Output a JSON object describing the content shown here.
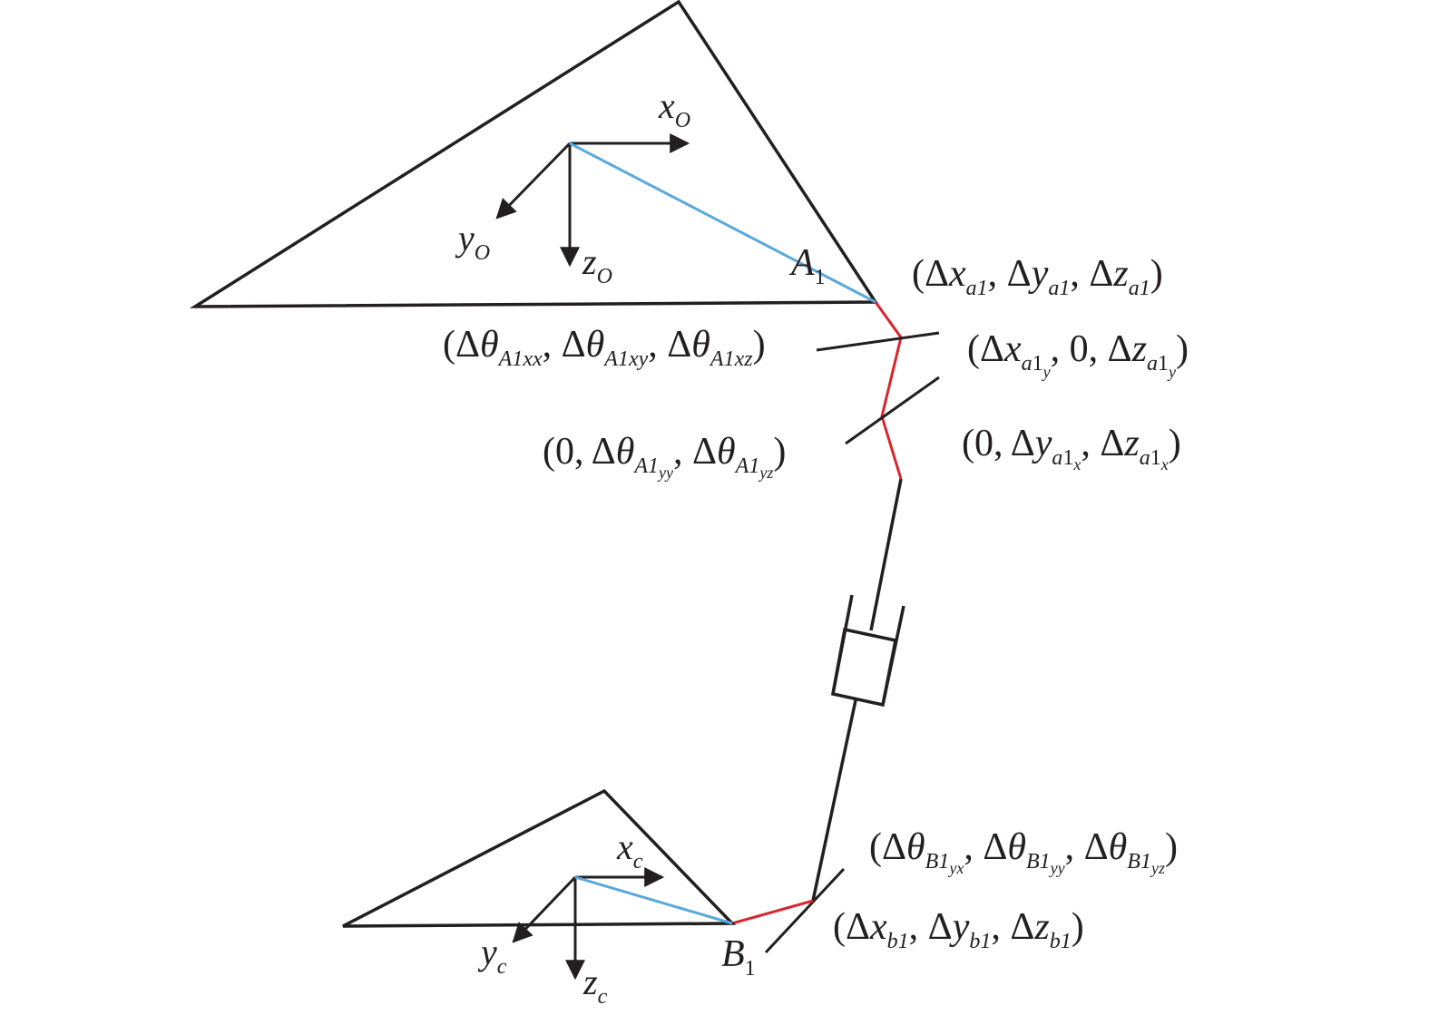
{
  "colors": {
    "frame": "#231f20",
    "position_vector": "#5aa9dc",
    "error_chain": "#d7262d"
  },
  "upper_platform": {
    "axes": {
      "x": "x",
      "y": "y",
      "z": "z",
      "sub": "O"
    },
    "joint_label": {
      "main": "A",
      "sub": "1"
    }
  },
  "lower_platform": {
    "axes": {
      "x": "x",
      "y": "y",
      "z": "z",
      "sub": "c"
    },
    "joint_label": {
      "main": "B",
      "sub": "1"
    }
  },
  "labels": {
    "a1_pos": {
      "open": "(",
      "d": "Δ",
      "x": "x",
      "y": "y",
      "z": "z",
      "sub": "a1",
      "sep": ", ",
      "close": ")"
    },
    "a1_rot_x": {
      "open": "(",
      "d": "Δ",
      "t": "θ",
      "s1": "A1xx",
      "s2": "A1xy",
      "s3": "A1xz",
      "sep": ", ",
      "close": ")"
    },
    "a1y_pos": {
      "open": "(",
      "d": "Δ",
      "x": "x",
      "zero": "0",
      "z": "z",
      "sub_main": "a",
      "sub_1": "1",
      "sub_y": "y",
      "sep": ", ",
      "close": ")"
    },
    "a1_rot_y": {
      "open": "(",
      "zero": "0",
      "d": "Δ",
      "t": "θ",
      "s2": "A1",
      "s2b": "yy",
      "s3": "A1",
      "s3b": "yz",
      "sep": ", ",
      "close": ")"
    },
    "a1x_pos": {
      "open": "(",
      "zero": "0",
      "d": "Δ",
      "y": "y",
      "z": "z",
      "sub_main": "a",
      "sub_1": "1",
      "sub_x": "x",
      "sep": ", ",
      "close": ")"
    },
    "b1_rot": {
      "open": "(",
      "d": "Δ",
      "t": "θ",
      "s": "B1",
      "s1b": "yx",
      "s2b": "yy",
      "s3b": "yz",
      "sep": ", ",
      "close": ")"
    },
    "b1_pos": {
      "open": "(",
      "d": "Δ",
      "x": "x",
      "y": "y",
      "z": "z",
      "sub": "b1",
      "sep": ", ",
      "close": ")"
    }
  }
}
